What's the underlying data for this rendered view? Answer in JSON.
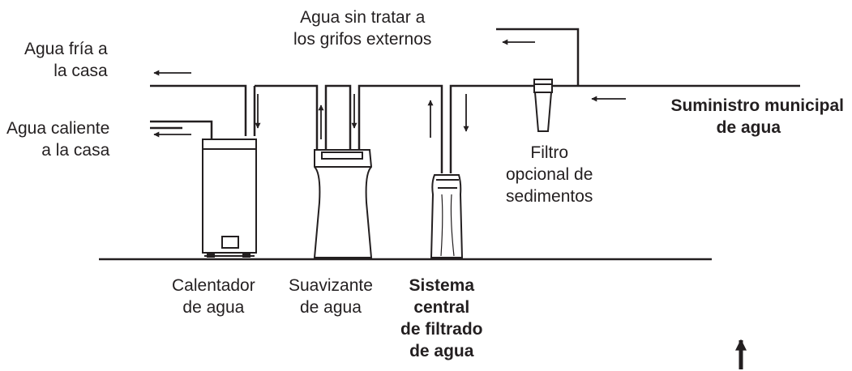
{
  "labels": {
    "cold_water": [
      "Agua fría a",
      "la casa"
    ],
    "hot_water": [
      "Agua caliente",
      "a la casa"
    ],
    "untreated_water": [
      "Agua sin tratar a",
      "los grifos externos"
    ],
    "municipal_supply": [
      "Suministro municipal",
      "de agua"
    ],
    "sediment_filter": [
      "Filtro",
      "opcional de",
      "sedimentos"
    ],
    "water_heater": [
      "Calentador",
      "de agua"
    ],
    "water_softener": [
      "Suavizante",
      "de agua"
    ],
    "central_filtration": [
      "Sistema",
      "central",
      "de filtrado",
      "de agua"
    ]
  },
  "colors": {
    "line": "#231f20",
    "background": "#ffffff"
  }
}
